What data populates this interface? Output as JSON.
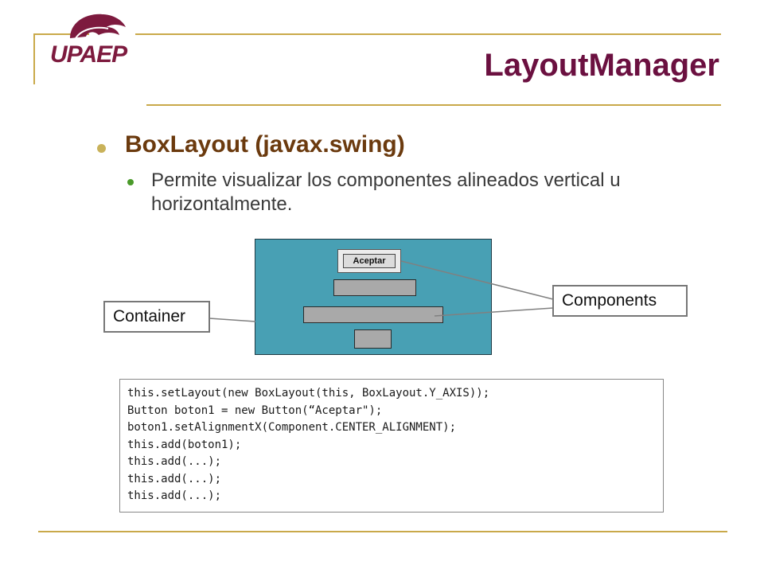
{
  "logo": {
    "text": "UPAEP"
  },
  "title": "LayoutManager",
  "heading": "BoxLayout (javax.swing)",
  "subheading": "Permite visualizar los componentes alineados vertical u horizontalmente.",
  "diagram": {
    "button_label": "Aceptar",
    "container_label": "Container",
    "components_label": "Components"
  },
  "code": {
    "lines": [
      "this.setLayout(new BoxLayout(this, BoxLayout.Y_AXIS));",
      "Button boton1 = new Button(“Aceptar\");",
      "boton1.setAlignmentX(Component.CENTER_ALIGNMENT);",
      "this.add(boton1);",
      "this.add(...);",
      "this.add(...);",
      "this.add(...);"
    ]
  },
  "colors": {
    "title": "#6b1040",
    "heading": "#6b3a0e",
    "accent_line": "#c9a94a",
    "panel": "#48a0b4",
    "logo": "#7d1a3e"
  }
}
